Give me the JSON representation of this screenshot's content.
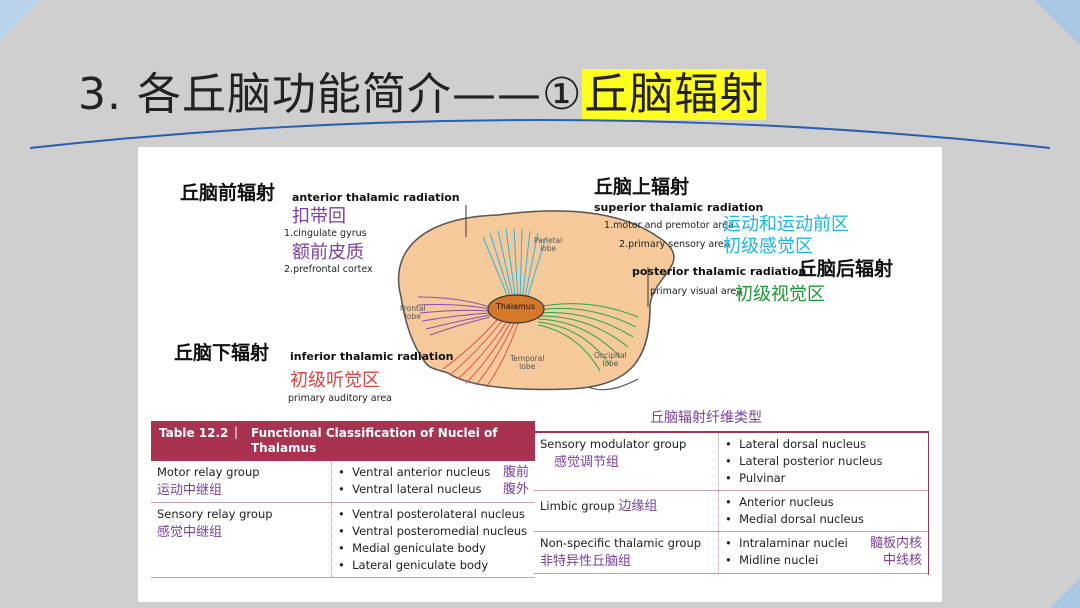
{
  "slide": {
    "title_prefix": "3. 各丘脑功能简介——①",
    "title_highlight": "丘脑辐射"
  },
  "diagram": {
    "anterior": {
      "zh": "丘脑前辐射",
      "en": "anterior thalamic radiation",
      "area1_zh": "扣带回",
      "area1_en": "1.cingulate gyrus",
      "area2_zh": "额前皮质",
      "area2_en": "2.prefrontal cortex"
    },
    "superior": {
      "zh": "丘脑上辐射",
      "en": "superior thalamic radiation",
      "area1_en": "1.motor and premotor area",
      "area1_zh": "运动和运动前区",
      "area2_en": "2.primary sensory area",
      "area2_zh": "初级感觉区"
    },
    "posterior": {
      "en": "posterior thalamic radiation",
      "zh": "丘脑后辐射",
      "area_en": "primary visual area",
      "area_zh": "初级视觉区"
    },
    "inferior": {
      "zh": "丘脑下辐射",
      "en": "inferior thalamic radiation",
      "area_zh": "初级听觉区",
      "area_en": "primary auditory area"
    },
    "lobes": {
      "parietal": "Parietal\nlobe",
      "frontal": "Frontal\nlobe",
      "temporal": "Temporal\nlobe",
      "occipital": "Occipital\nlobe",
      "thalamus": "Thalamus"
    },
    "colors": {
      "anterior": "#8a4fb0",
      "superior": "#29b6e6",
      "posterior": "#22a84a",
      "inferior": "#e05050",
      "thalamus": "#d4782a",
      "brain": "#f5c99a"
    }
  },
  "table": {
    "title_num": "Table 12.2",
    "title_text": "Functional Classification of Nuclei of Thalamus",
    "right_title": "丘脑辐射纤维类型",
    "left_rows": [
      {
        "group": "Motor relay group",
        "group_zh": "运动中继组",
        "items": [
          {
            "text": "Ventral anterior nucleus",
            "zh": "腹前"
          },
          {
            "text": "Ventral lateral nucleus",
            "zh": "腹外"
          }
        ]
      },
      {
        "group": "Sensory relay group",
        "group_zh": "感觉中继组",
        "items": [
          {
            "text": "Ventral posterolateral nucleus",
            "zh": ""
          },
          {
            "text": "Ventral posteromedial nucleus",
            "zh": ""
          },
          {
            "text": "Medial geniculate body",
            "zh": ""
          },
          {
            "text": "Lateral geniculate body",
            "zh": ""
          }
        ]
      }
    ],
    "right_rows": [
      {
        "group": "Sensory modulator group",
        "group_zh": "感觉调节组",
        "items": [
          {
            "text": "Lateral dorsal nucleus",
            "zh": ""
          },
          {
            "text": "Lateral posterior nucleus",
            "zh": ""
          },
          {
            "text": "Pulvinar",
            "zh": ""
          }
        ]
      },
      {
        "group": "Limbic group",
        "group_zh": "边缘组",
        "items": [
          {
            "text": "Anterior nucleus",
            "zh": ""
          },
          {
            "text": "Medial dorsal nucleus",
            "zh": ""
          }
        ]
      },
      {
        "group": "Non-specific thalamic group",
        "group_zh": "非特异性丘脑组",
        "items": [
          {
            "text": "Intralaminar nuclei",
            "zh": "髓板内核"
          },
          {
            "text": "Midline nuclei",
            "zh": "中线核"
          }
        ]
      }
    ]
  }
}
